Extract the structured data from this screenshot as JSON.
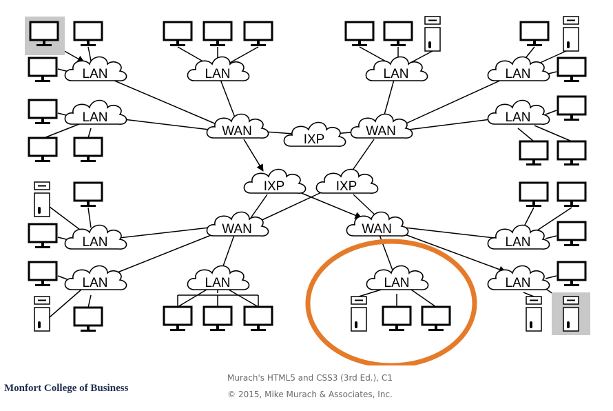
{
  "diagram": {
    "lan_label": "LAN",
    "wan_label": "WAN",
    "ixp_label": "IXP",
    "colors": {
      "line": "#000000",
      "highlight_bg": "#c8c8c8",
      "circle": "#e57b2a"
    }
  },
  "footer": {
    "brand": "Monfort College of Business",
    "credit_line1": "Murach's HTML5 and CSS3 (3rd Ed.), C1",
    "credit_line2": "© 2015, Mike Murach & Associates, Inc."
  }
}
